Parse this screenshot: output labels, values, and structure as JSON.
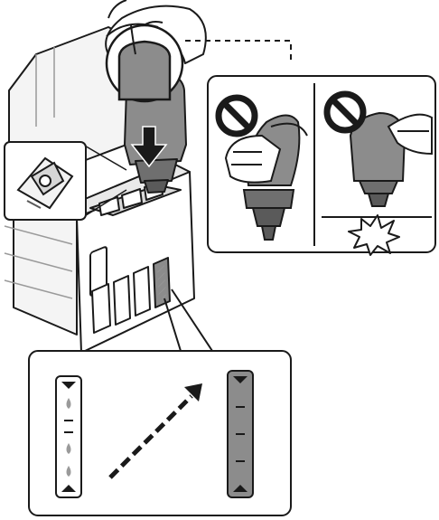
{
  "figure": {
    "kind": "printer ink tank refill instruction illustration",
    "colors": {
      "outline": "#1a1a1a",
      "ink_gray": "#8c8c8c",
      "dark_gray": "#5a5a5a",
      "light_fill": "#f2f2f2",
      "paper": "#ffffff",
      "prohibition_mark": "#1a1a1a"
    },
    "icons": [
      "down-arrow-icon",
      "prohibition-icon",
      "impact-burst-icon",
      "ink-drop-icon",
      "dashed-arrow-icon"
    ],
    "empty_tank_level": 0.0,
    "full_tank_level": 1.0
  }
}
